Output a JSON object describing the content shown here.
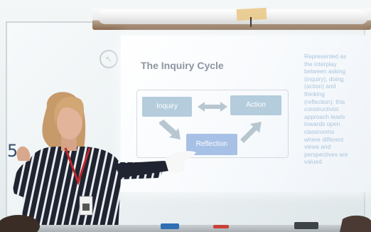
{
  "slide": {
    "title": "The Inquiry Cycle",
    "nodes": {
      "inquiry": "Inquiry",
      "action": "Action",
      "reflection": "Reflection"
    },
    "side_text_lines": [
      "Represented as",
      "the interplay",
      "between asking",
      "(inquiry), doing",
      "(action) and",
      "thinking",
      "(reflection), this",
      "constructivist",
      "approach leads",
      "towards open",
      "classrooms",
      "where different",
      "views and",
      "perspectives are",
      "valued."
    ]
  },
  "whiteboard": {
    "marker_text": "5"
  },
  "colors": {
    "node_fill": "#b4ccdc",
    "reflection_fill": "#a7c0e6",
    "arrow_color": "#b8c7cf",
    "side_text": "#a9c4dc",
    "title_text": "#8d95a2",
    "lanyard": "#c0262a"
  }
}
